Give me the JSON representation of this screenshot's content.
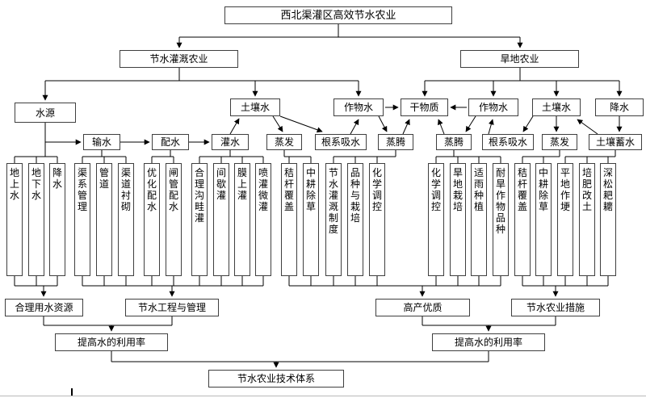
{
  "title": "西北渠灌区高效节水农业",
  "level2": {
    "left": "节水灌溉农业",
    "right": "旱地农业"
  },
  "level3": {
    "water_source": "水源",
    "soil_water_left": "土壤水",
    "crop_water_left": "作物水",
    "dry_matter": "干物质",
    "crop_water_right": "作物水",
    "soil_water_right": "土壤水",
    "precipitation": "降水"
  },
  "level4": {
    "conveyance": "输水",
    "distribution": "配水",
    "irrigation": "灌水",
    "evaporation_left": "蒸发",
    "root_uptake_left": "根系吸水",
    "transpiration_left": "蒸腾",
    "transpiration_right": "蒸腾",
    "root_uptake_right": "根系吸水",
    "evaporation_right": "蒸发",
    "soil_storage": "土壤蓄水"
  },
  "columns": [
    "地上水",
    "地下水",
    "降水",
    "渠系管理",
    "管道",
    "渠道衬砌",
    "优化配水",
    "闸管配水",
    "合理沟畦灌",
    "间歇灌",
    "膜上灌",
    "喷灌微灌",
    "秸杆覆盖",
    "中耕除草",
    "节水灌溉制度",
    "品种与栽培",
    "化学调控",
    "化学调控",
    "旱地栽培",
    "适雨种植",
    "耐旱作物品种",
    "秸杆覆盖",
    "中耕除草",
    "平地作埂",
    "培肥改土",
    "深松耙耱"
  ],
  "summary": {
    "rational_use": "合理用水资源",
    "engineering": "节水工程与管理",
    "high_yield": "高产优质",
    "measures": "节水农业措施"
  },
  "outcome_left": "提高水的利用率",
  "outcome_right": "提高水的利用率",
  "bottom": "节水农业技术体系",
  "colors": {
    "line": "#000000",
    "border": "#3f3f3f",
    "background": "#ffffff"
  }
}
